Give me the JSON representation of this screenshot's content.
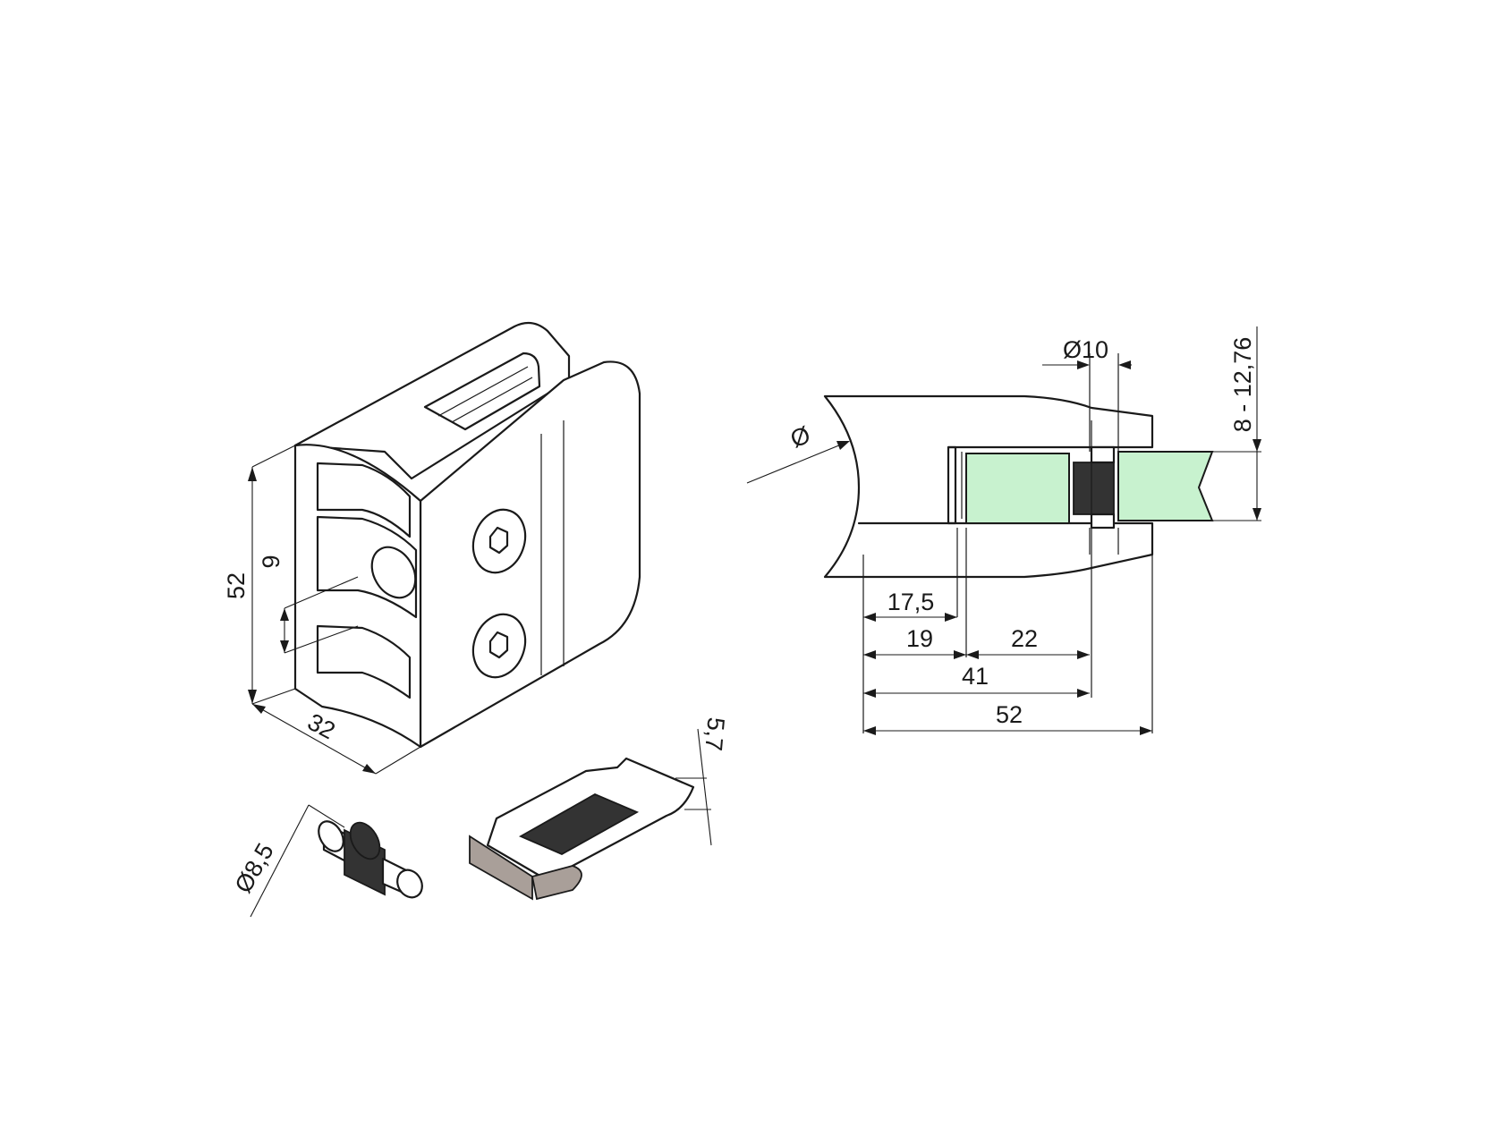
{
  "colors": {
    "line": "#1a1a1a",
    "glass": "#c8f2cf",
    "rubber": "#333333",
    "insert": "#a99f99",
    "background": "#ffffff"
  },
  "dimensions": {
    "clamp_height": "52",
    "hole_offset": "9",
    "clamp_depth": "32",
    "insert_thickness": "5,7",
    "pin_diameter": "Ø8,5",
    "pin_hole_diameter": "Ø10",
    "glass_thickness": "8 - 12,76",
    "post_diameter": "Ø",
    "section_17_5": "17,5",
    "section_19": "19",
    "section_22": "22",
    "section_41": "41",
    "section_52": "52"
  }
}
